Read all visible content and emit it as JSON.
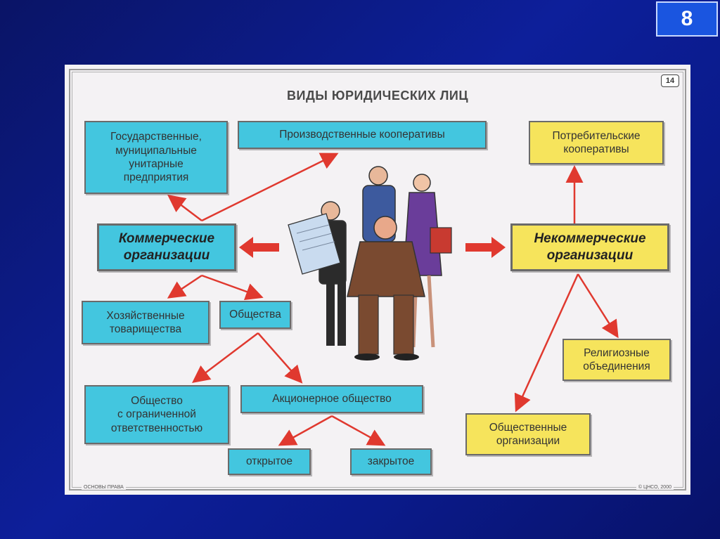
{
  "slide_number": "8",
  "poster": {
    "title": "ВИДЫ ЮРИДИЧЕСКИХ ЛИЦ",
    "badge": "14",
    "footer_left": "ОСНОВЫ ПРАВА",
    "footer_right": "© ЦНСО, 2000"
  },
  "nodes": {
    "gov": "Государственные,\nмуниципальные\nунитарные\nпредприятия",
    "prod_coop": "Производственные кооперативы",
    "consumer_coop": "Потребительские\nкооперативы",
    "commercial": "Коммерческие\nорганизации",
    "noncommercial": "Некоммерческие\nорганизации",
    "partnerships": "Хозяйственные\nтоварищества",
    "societies": "Общества",
    "llc": "Общество\nс ограниченной\nответственностью",
    "jsc": "Акционерное общество",
    "open": "открытое",
    "closed": "закрытое",
    "religious": "Религиозные\nобъединения",
    "public_orgs": "Общественные\nорганизации"
  },
  "colors": {
    "box_blue": "#43c6df",
    "box_yellow": "#f6e45c",
    "arrow_red": "#e0392f",
    "slide_bg": "#0d1f9a"
  }
}
